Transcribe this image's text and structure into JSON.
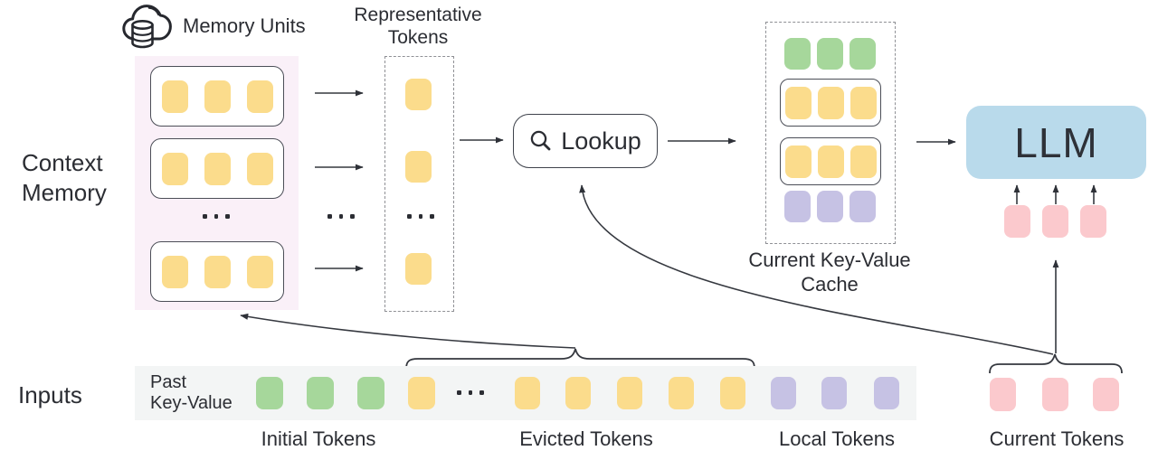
{
  "labels": {
    "memory_units": "Memory Units",
    "representative_tokens": {
      "line1": "Representative",
      "line2": "Tokens"
    },
    "context_memory": {
      "line1": "Context",
      "line2": "Memory"
    },
    "lookup": "Lookup",
    "current_kv_cache": {
      "line1": "Current Key-Value",
      "line2": "Cache"
    },
    "llm": "LLM",
    "inputs": "Inputs",
    "past_key_value": {
      "line1": "Past",
      "line2": "Key-Value"
    },
    "initial_tokens": "Initial Tokens",
    "evicted_tokens": "Evicted Tokens",
    "local_tokens": "Local Tokens",
    "current_tokens": "Current Tokens"
  },
  "colors": {
    "token_yellow": "#fbdc8c",
    "token_green": "#a6d79b",
    "token_purple": "#c6c2e4",
    "token_pink": "#fbc9cd",
    "llm_blue": "#b9daeb",
    "memory_panel_pink": "#faf0f8",
    "input_bar_gray": "#f3f5f5",
    "connector_dark": "#35383f"
  },
  "structure": {
    "memory_units_shown": 3,
    "tokens_per_memory_unit": 3,
    "representative_tokens_shown": 3,
    "cache_rows": [
      {
        "color": "green",
        "count": 3,
        "boxed": false
      },
      {
        "color": "yellow",
        "count": 3,
        "boxed": true
      },
      {
        "color": "yellow",
        "count": 3,
        "boxed": true
      },
      {
        "color": "purple",
        "count": 3,
        "boxed": false
      }
    ],
    "input_tokens": {
      "initial_green": 3,
      "evicted_yellow_shown": 6,
      "local_purple": 3,
      "current_pink": 3
    },
    "llm_input_pink_tokens": 3
  }
}
